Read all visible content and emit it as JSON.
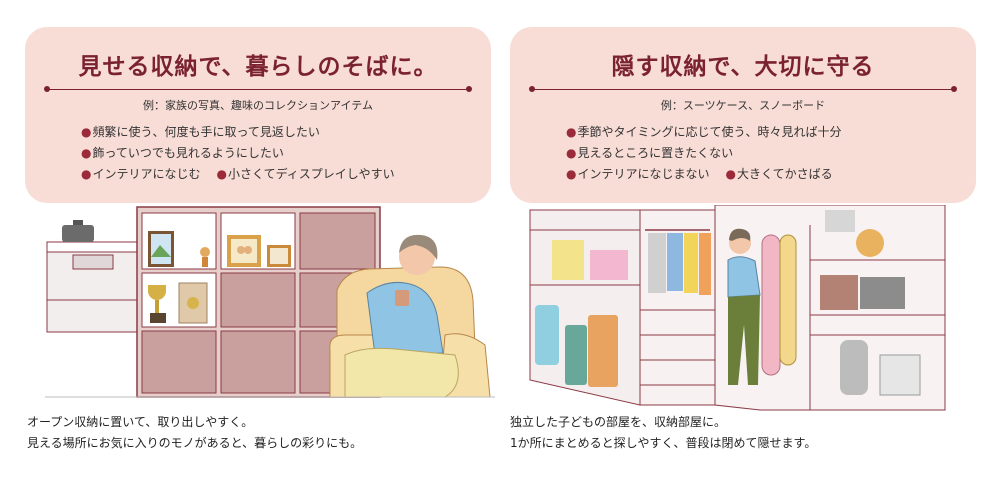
{
  "left": {
    "title": "見せる収納で、暮らしのそばに。",
    "example": "例：家族の写真、趣味のコレクションアイテム",
    "bullets": [
      "頻繁に使う、何度も手に取って見返したい",
      "飾っていつでも見れるようにしたい",
      "インテリアになじむ",
      "小さくてディスプレイしやすい"
    ],
    "caption": [
      "オープン収納に置いて、取り出しやすく。",
      "見える場所にお気に入りのモノがあると、暮らしの彩りにも。"
    ]
  },
  "right": {
    "title": "隠す収納で、大切に守る",
    "example": "例：スーツケース、スノーボード",
    "bullets": [
      "季節やタイミングに応じて使う、時々見れば十分",
      "見えるところに置きたくない",
      "インテリアになじまない",
      "大きくてかさばる"
    ],
    "caption": [
      "独立した子どもの部屋を、収納部屋に。",
      "1か所にまとめると探しやすく、普段は閉めて隠せます。"
    ]
  },
  "colors": {
    "card_bg": "#f8dcd6",
    "title": "#7a2230",
    "bullet": "#9b2a3a",
    "cabinet": "#c9a09d",
    "frame": "#8a3a45"
  }
}
